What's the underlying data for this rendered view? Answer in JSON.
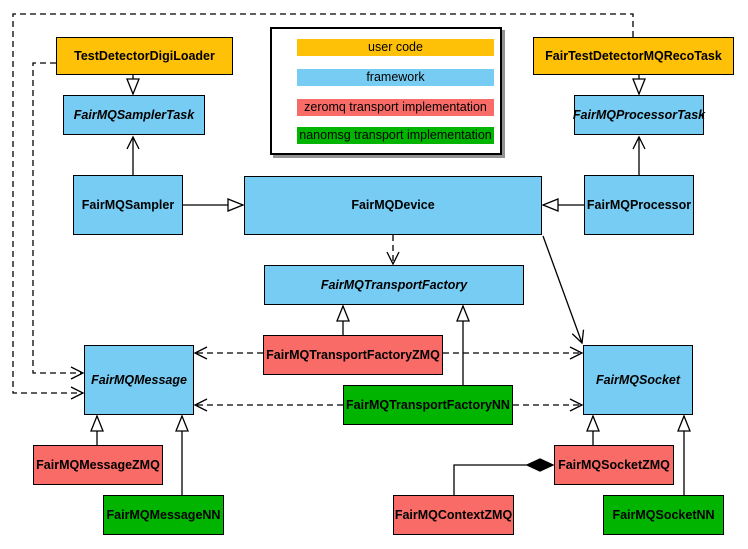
{
  "colors": {
    "user_code": "#FFC107",
    "framework": "#76CCF2",
    "zeromq": "#F96B66",
    "nanomsg": "#00B400",
    "line": "#000000"
  },
  "legend": {
    "items": [
      {
        "label": "user code",
        "color": "#FFC107"
      },
      {
        "label": "framework",
        "color": "#76CCF2"
      },
      {
        "label": "zeromq transport implementation",
        "color": "#F96B66"
      },
      {
        "label": "nanomsg transport implementation",
        "color": "#00B400"
      }
    ]
  },
  "nodes": {
    "test_detector_digi_loader": {
      "label": "TestDetectorDigiLoader",
      "category": "user code",
      "abstract": false
    },
    "fairmq_sampler_task": {
      "label": "FairMQSamplerTask",
      "category": "framework",
      "abstract": true
    },
    "fairmq_sampler": {
      "label": "FairMQSampler",
      "category": "framework",
      "abstract": false
    },
    "fairmq_device": {
      "label": "FairMQDevice",
      "category": "framework",
      "abstract": false
    },
    "fair_test_detector_mq_reco_task": {
      "label": "FairTestDetectorMQRecoTask",
      "category": "user code",
      "abstract": false
    },
    "fairmq_processor_task": {
      "label": "FairMQProcessorTask",
      "category": "framework",
      "abstract": true
    },
    "fairmq_processor": {
      "label": "FairMQProcessor",
      "category": "framework",
      "abstract": false
    },
    "fairmq_transport_factory": {
      "label": "FairMQTransportFactory",
      "category": "framework",
      "abstract": true
    },
    "fairmq_transport_factory_zmq": {
      "label": "FairMQTransportFactoryZMQ",
      "category": "zeromq",
      "abstract": false
    },
    "fairmq_transport_factory_nn": {
      "label": "FairMQTransportFactoryNN",
      "category": "nanomsg",
      "abstract": false
    },
    "fairmq_message": {
      "label": "FairMQMessage",
      "category": "framework",
      "abstract": true
    },
    "fairmq_message_zmq": {
      "label": "FairMQMessageZMQ",
      "category": "zeromq",
      "abstract": false
    },
    "fairmq_message_nn": {
      "label": "FairMQMessageNN",
      "category": "nanomsg",
      "abstract": false
    },
    "fairmq_socket": {
      "label": "FairMQSocket",
      "category": "framework",
      "abstract": true
    },
    "fairmq_socket_zmq": {
      "label": "FairMQSocketZMQ",
      "category": "zeromq",
      "abstract": false
    },
    "fairmq_socket_nn": {
      "label": "FairMQSocketNN",
      "category": "nanomsg",
      "abstract": false
    },
    "fairmq_context_zmq": {
      "label": "FairMQContextZMQ",
      "category": "zeromq",
      "abstract": false
    }
  },
  "edges": [
    {
      "from": "TestDetectorDigiLoader",
      "to": "FairMQSamplerTask",
      "type": "inheritance",
      "style": "solid"
    },
    {
      "from": "FairMQSampler",
      "to": "FairMQSamplerTask",
      "type": "association",
      "style": "solid"
    },
    {
      "from": "FairMQSampler",
      "to": "FairMQDevice",
      "type": "inheritance",
      "style": "solid"
    },
    {
      "from": "FairTestDetectorMQRecoTask",
      "to": "FairMQProcessorTask",
      "type": "inheritance",
      "style": "solid"
    },
    {
      "from": "FairMQProcessor",
      "to": "FairMQProcessorTask",
      "type": "association",
      "style": "solid"
    },
    {
      "from": "FairMQProcessor",
      "to": "FairMQDevice",
      "type": "inheritance",
      "style": "solid"
    },
    {
      "from": "FairMQDevice",
      "to": "FairMQTransportFactory",
      "type": "dependency",
      "style": "dashed"
    },
    {
      "from": "FairMQDevice",
      "to": "FairMQSocket",
      "type": "association",
      "style": "solid"
    },
    {
      "from": "FairMQTransportFactoryZMQ",
      "to": "FairMQTransportFactory",
      "type": "inheritance",
      "style": "solid"
    },
    {
      "from": "FairMQTransportFactoryNN",
      "to": "FairMQTransportFactory",
      "type": "inheritance",
      "style": "solid"
    },
    {
      "from": "FairMQTransportFactoryZMQ",
      "to": "FairMQMessage",
      "type": "dependency",
      "style": "dashed"
    },
    {
      "from": "FairMQTransportFactoryZMQ",
      "to": "FairMQSocket",
      "type": "dependency",
      "style": "dashed"
    },
    {
      "from": "FairMQTransportFactoryNN",
      "to": "FairMQMessage",
      "type": "dependency",
      "style": "dashed"
    },
    {
      "from": "FairMQTransportFactoryNN",
      "to": "FairMQSocket",
      "type": "dependency",
      "style": "dashed"
    },
    {
      "from": "TestDetectorDigiLoader",
      "to": "FairMQMessage",
      "type": "dependency",
      "style": "dashed"
    },
    {
      "from": "FairTestDetectorMQRecoTask",
      "to": "FairMQMessage",
      "type": "dependency",
      "style": "dashed"
    },
    {
      "from": "FairMQMessageZMQ",
      "to": "FairMQMessage",
      "type": "inheritance",
      "style": "solid"
    },
    {
      "from": "FairMQMessageNN",
      "to": "FairMQMessage",
      "type": "inheritance",
      "style": "solid"
    },
    {
      "from": "FairMQSocketZMQ",
      "to": "FairMQSocket",
      "type": "inheritance",
      "style": "solid"
    },
    {
      "from": "FairMQSocketNN",
      "to": "FairMQSocket",
      "type": "inheritance",
      "style": "solid"
    },
    {
      "from": "FairMQSocketZMQ",
      "to": "FairMQContextZMQ",
      "type": "composition",
      "style": "solid"
    }
  ]
}
